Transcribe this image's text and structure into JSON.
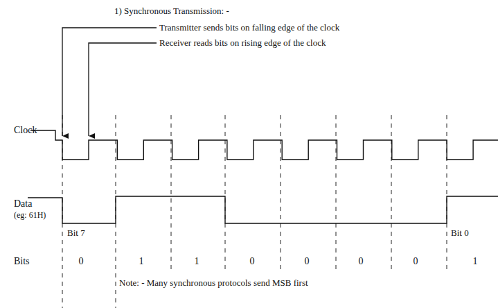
{
  "diagram": {
    "labels": [
      "1) Synchronous Transmission: -",
      "Transmitter sends bits on falling edge of the clock",
      "Receiver reads bits on rising edge of the clock",
      "Clock",
      "Data",
      "(eg: 61H)",
      "Bit 7",
      "Bit 0",
      "Bits",
      "0",
      "1",
      "1",
      "0",
      "0",
      "0",
      "0",
      "1",
      "Note: - Many synchronous protocols send MSB first"
    ]
  }
}
